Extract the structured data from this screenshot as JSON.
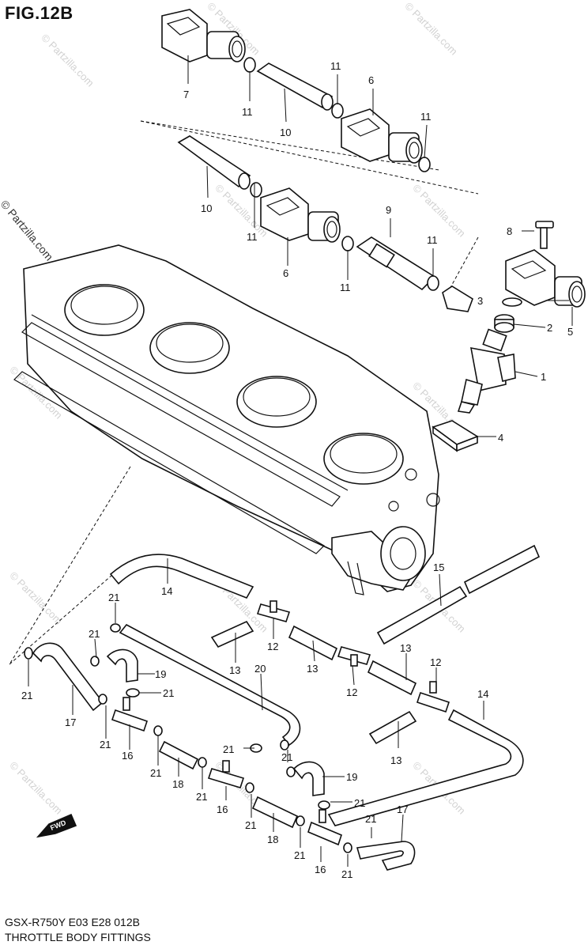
{
  "figure_title": "FIG.12B",
  "footer": {
    "model_line": "GSX-R750Y  E03  E28   012B",
    "section_title": "THROTTLE BODY FITTINGS"
  },
  "copyright_side": "© Partzilla.com",
  "watermark": "© Partzilla.com",
  "fwd_label": "FWD",
  "callouts": [
    {
      "id": "c7",
      "label": "7"
    },
    {
      "id": "c11a",
      "label": "11"
    },
    {
      "id": "c10a",
      "label": "10"
    },
    {
      "id": "c11b",
      "label": "11"
    },
    {
      "id": "c6a",
      "label": "6"
    },
    {
      "id": "c11c",
      "label": "11"
    },
    {
      "id": "c10b",
      "label": "10"
    },
    {
      "id": "c11d",
      "label": "11"
    },
    {
      "id": "c9",
      "label": "9"
    },
    {
      "id": "c8",
      "label": "8"
    },
    {
      "id": "c11e",
      "label": "11"
    },
    {
      "id": "c6b",
      "label": "6"
    },
    {
      "id": "c11f",
      "label": "11"
    },
    {
      "id": "c3",
      "label": "3"
    },
    {
      "id": "c2",
      "label": "2"
    },
    {
      "id": "c5",
      "label": "5"
    },
    {
      "id": "c1",
      "label": "1"
    },
    {
      "id": "c4",
      "label": "4"
    },
    {
      "id": "c15",
      "label": "15"
    },
    {
      "id": "c14a",
      "label": "14"
    },
    {
      "id": "c21a",
      "label": "21"
    },
    {
      "id": "c21b",
      "label": "21"
    },
    {
      "id": "c12a",
      "label": "12"
    },
    {
      "id": "c13a",
      "label": "13"
    },
    {
      "id": "c13b",
      "label": "13"
    },
    {
      "id": "c13c",
      "label": "13"
    },
    {
      "id": "c12b",
      "label": "12"
    },
    {
      "id": "c12c",
      "label": "12"
    },
    {
      "id": "c20",
      "label": "20"
    },
    {
      "id": "c19a",
      "label": "19"
    },
    {
      "id": "c21c",
      "label": "21"
    },
    {
      "id": "c21d",
      "label": "21"
    },
    {
      "id": "c17a",
      "label": "17"
    },
    {
      "id": "c14b",
      "label": "14"
    },
    {
      "id": "c21e",
      "label": "21"
    },
    {
      "id": "c16a",
      "label": "16"
    },
    {
      "id": "c13d",
      "label": "13"
    },
    {
      "id": "c21f",
      "label": "21"
    },
    {
      "id": "c21g",
      "label": "21"
    },
    {
      "id": "c21h",
      "label": "21"
    },
    {
      "id": "c18a",
      "label": "18"
    },
    {
      "id": "c21i",
      "label": "21"
    },
    {
      "id": "c19b",
      "label": "19"
    },
    {
      "id": "c16b",
      "label": "16"
    },
    {
      "id": "c21j",
      "label": "21"
    },
    {
      "id": "c21k",
      "label": "21"
    },
    {
      "id": "c18b",
      "label": "18"
    },
    {
      "id": "c21l",
      "label": "21"
    },
    {
      "id": "c17b",
      "label": "17"
    },
    {
      "id": "c21m",
      "label": "21"
    },
    {
      "id": "c16c",
      "label": "16"
    },
    {
      "id": "c21n",
      "label": "21"
    }
  ]
}
